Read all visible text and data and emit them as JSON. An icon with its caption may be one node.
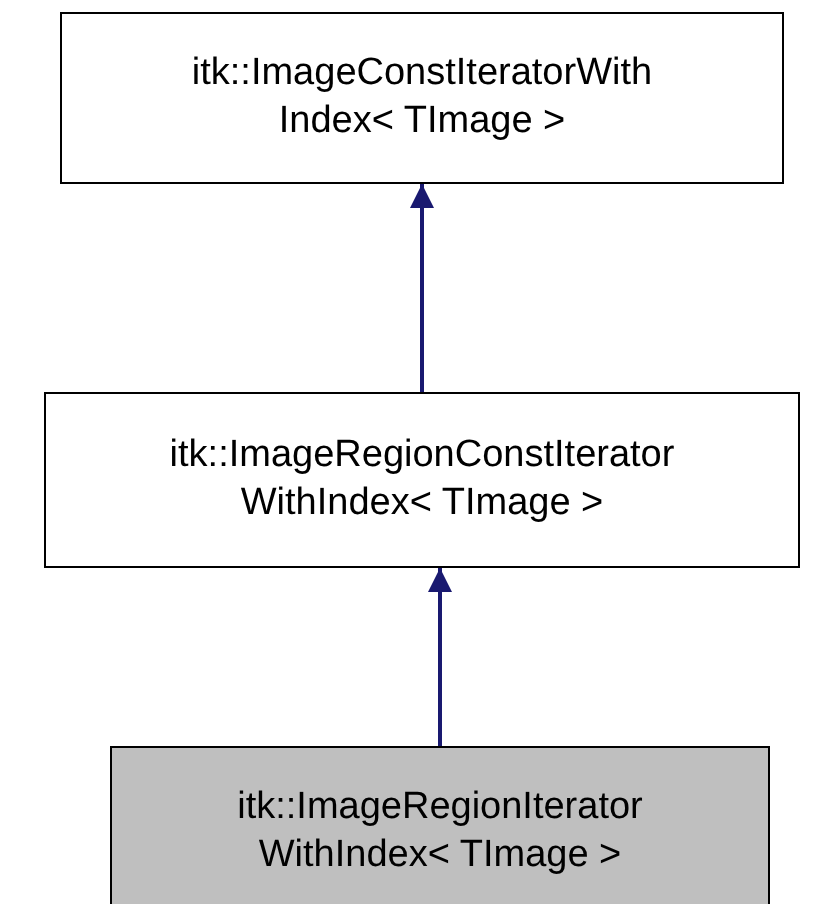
{
  "diagram": {
    "nodes": [
      {
        "text": [
          "itk::ImageConstIteratorWith Index< TImage >"
        ]
      },
      {
        "text": [
          "itk::ImageRegionConstIterator WithIndex< TImage >"
        ]
      },
      {
        "text": [
          "itk::ImageRegionIterator WithIndex< TImage >"
        ]
      }
    ],
    "edges": [
      {
        "from": 1,
        "to": 0,
        "arrow": "to",
        "color": "#191970"
      },
      {
        "from": 2,
        "to": 1,
        "arrow": "to",
        "color": "#191970"
      }
    ]
  }
}
